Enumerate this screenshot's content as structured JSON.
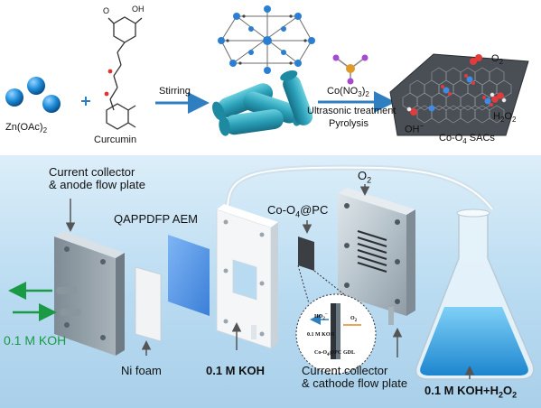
{
  "synthesis": {
    "zn_label": "Zn(OAc)",
    "zn_sub": "2",
    "plus": "+",
    "curcumin_label": "Curcumin",
    "oh_label": "OH",
    "o_label": "O",
    "stirring": "Stirring",
    "cobalt_salt": "Co(NO",
    "cobalt_salt_sub1": "3",
    "cobalt_salt_close": ")",
    "cobalt_salt_sub2": "2",
    "ultrasonic": "Ultrasonic treatment",
    "pyrolysis": "Pyrolysis",
    "o2": "O",
    "o2_sub": "2",
    "h2o2": "H",
    "h2o2_sub1": "2",
    "h2o2_mid": "O",
    "h2o2_sub2": "2",
    "oh_minus": "OH",
    "oh_minus_sup": "−",
    "sac_label": "Co-O",
    "sac_sub": "4",
    "sac_suffix": " SACs"
  },
  "device": {
    "anode_label_1": "Current collector",
    "anode_label_2": "& anode flow plate",
    "aem": "QAPPDFP AEM",
    "catalyst": "Co-O",
    "catalyst_sub": "4",
    "catalyst_suffix": "@PC",
    "o2": "O",
    "o2_sub": "2",
    "koh_left": "0.1 M KOH",
    "ni_foam": "Ni foam",
    "koh_mid": "0.1 M KOH",
    "cathode_label_1": "Current collector",
    "cathode_label_2": "& cathode flow plate",
    "koh_h2o2": "0.1 M KOH+H",
    "koh_h2o2_sub1": "2",
    "koh_h2o2_mid": "O",
    "koh_h2o2_sub2": "2"
  },
  "inset": {
    "ho2": "HO",
    "ho2_sup": "−",
    "ho2_sub": "2",
    "o2": "O",
    "o2_sub": "2",
    "koh": "0.1 M KOH",
    "gdl": "GDL",
    "cat": "Co-O",
    "cat_sub": "4",
    "cat_suffix": "@PC"
  },
  "colors": {
    "zn_sphere": "#1f8fdc",
    "arrow_blue": "#2f7fc0",
    "fiber": "#2aa0b8",
    "flow_arrow": "#1a9a45",
    "plate_metal": "#b9c4cc",
    "membrane": "#4a8fe0",
    "liquid": "#3aa6e6"
  }
}
